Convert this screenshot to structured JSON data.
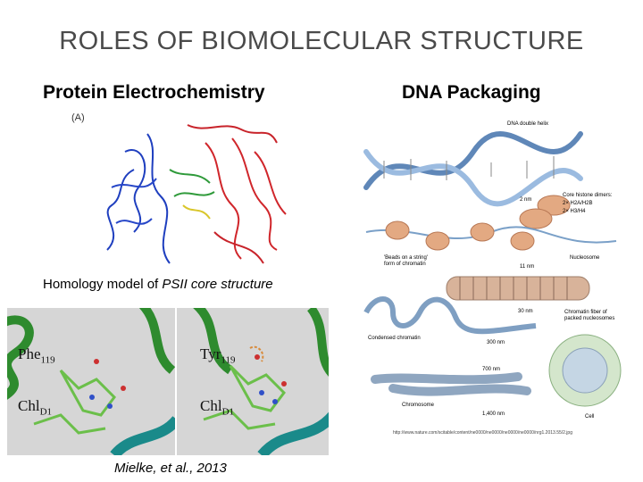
{
  "title": "ROLES OF BIOMOLECULAR STRUCTURE",
  "left": {
    "heading": "Protein Electrochemistry",
    "figure_label": "(A)",
    "caption_prefix": "Homology model of ",
    "caption_emph": "PSII core structure",
    "panel1_residue": "Phe",
    "panel1_residue_num": "119",
    "panel1_chl": "Chl",
    "panel1_chl_sub": "D1",
    "panel2_residue": "Tyr",
    "panel2_residue_num": "119",
    "panel2_chl": "Chl",
    "panel2_chl_sub": "D1",
    "citation": "Mielke, et al., 2013"
  },
  "right": {
    "heading": "DNA Packaging",
    "labels": {
      "double_helix": "DNA double helix",
      "two_nm": "2 nm",
      "core_histone": "Core histone dimers:",
      "h2a": "2× H2A/H2B",
      "h3": "2× H3/H4",
      "beads": "'Beads on a string'",
      "beads2": "form of chromatin",
      "nucleosome": "Nucleosome",
      "eleven_nm": "11 nm",
      "thirty_nm": "30 nm",
      "fiber": "Chromatin fiber of",
      "fiber2": "packed nucleosomes",
      "condensed": "Condensed chromatin",
      "three_hundred": "300 nm",
      "seven_hundred": "700 nm",
      "chromosome": "Chromosome",
      "fourteen_hundred": "1,400 nm",
      "cell": "Cell"
    },
    "url": "http://www.nature.com/scitable/content/ne0000/ne0000/ne0000/ne0000/nrg1.2013.55/2.jpg"
  }
}
